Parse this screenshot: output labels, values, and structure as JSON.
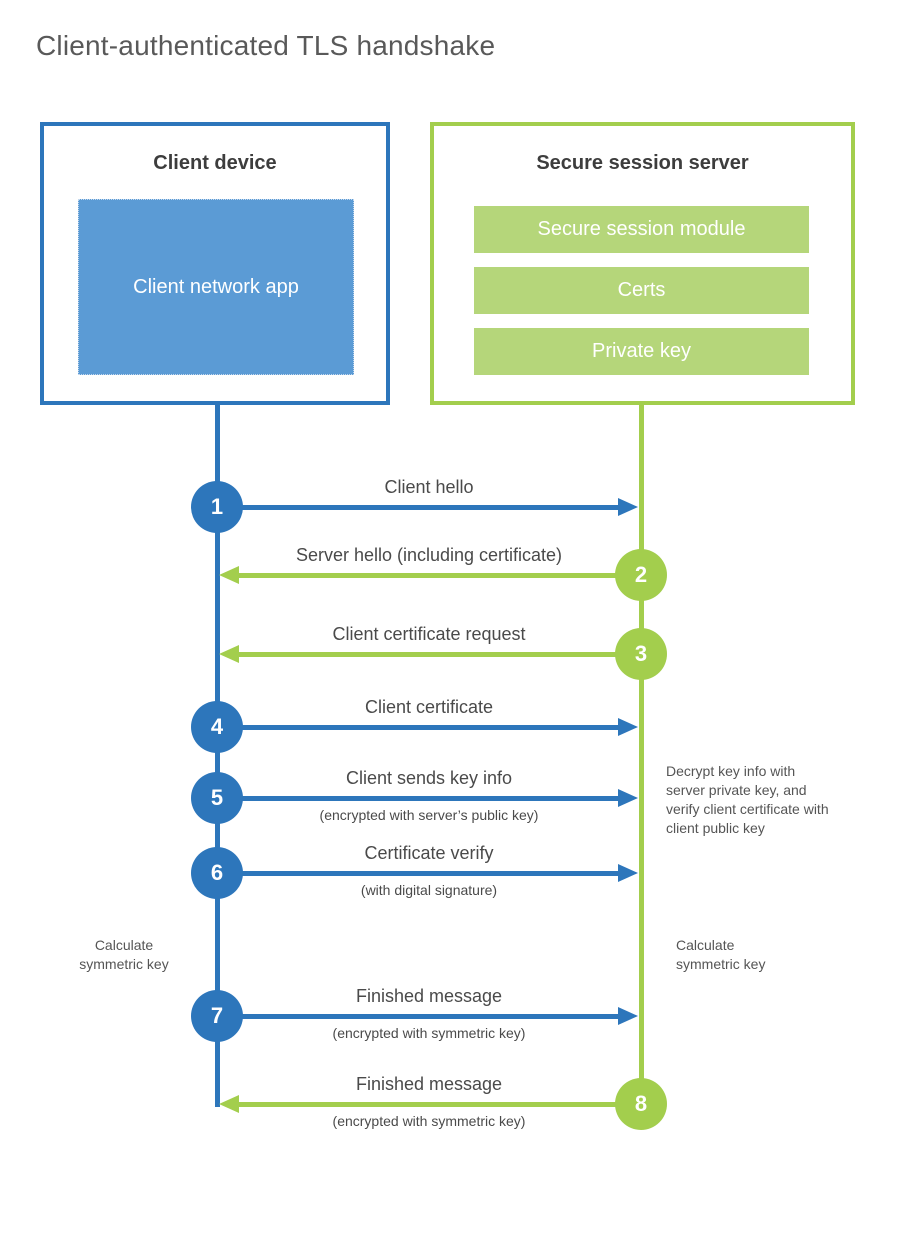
{
  "title": "Client-authenticated TLS handshake",
  "colors": {
    "blue": "#2d76bb",
    "blue_fill": "#5b9bd5",
    "green": "#a3ce4d",
    "green_fill": "#b5d67a"
  },
  "client_box": {
    "title": "Client device",
    "app_label": "Client network app"
  },
  "server_box": {
    "title": "Secure session server",
    "modules": [
      "Secure session module",
      "Certs",
      "Private key"
    ]
  },
  "steps": [
    {
      "num": "1",
      "label": "Client hello",
      "sublabel": "",
      "direction": "right",
      "circle_side": "client",
      "color": "blue"
    },
    {
      "num": "2",
      "label": "Server hello (including certificate)",
      "sublabel": "",
      "direction": "left",
      "circle_side": "server",
      "color": "green"
    },
    {
      "num": "3",
      "label": "Client certificate request",
      "sublabel": "",
      "direction": "left",
      "circle_side": "server",
      "color": "green"
    },
    {
      "num": "4",
      "label": "Client certificate",
      "sublabel": "",
      "direction": "right",
      "circle_side": "client",
      "color": "blue"
    },
    {
      "num": "5",
      "label": "Client sends key info",
      "sublabel": "(encrypted with server’s public key)",
      "direction": "right",
      "circle_side": "client",
      "color": "blue"
    },
    {
      "num": "6",
      "label": "Certificate verify",
      "sublabel": "(with digital signature)",
      "direction": "right",
      "circle_side": "client",
      "color": "blue"
    },
    {
      "num": "7",
      "label": "Finished message",
      "sublabel": "(encrypted with symmetric key)",
      "direction": "right",
      "circle_side": "client",
      "color": "blue"
    },
    {
      "num": "8",
      "label": "Finished message",
      "sublabel": "(encrypted with symmetric key)",
      "direction": "left",
      "circle_side": "server",
      "color": "green"
    }
  ],
  "notes": {
    "server_decrypt": "Decrypt key info with server private key, and verify client certificate with client public key",
    "client_calculate": "Calculate symmetric key",
    "server_calculate": "Calculate symmetric key"
  }
}
